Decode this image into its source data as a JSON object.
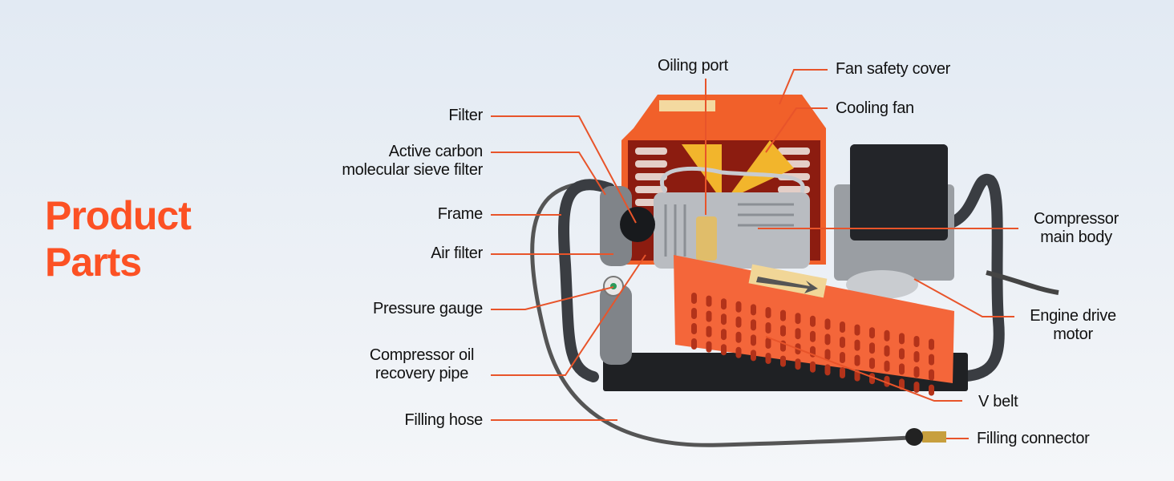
{
  "title": {
    "line1": "Product",
    "line2": "Parts"
  },
  "colors": {
    "accent": "#fc5124",
    "leader": "#e8542a"
  },
  "labels_left": {
    "filter": "Filter",
    "carbon_1": "Active carbon",
    "carbon_2": "molecular sieve filter",
    "frame": "Frame",
    "air_filter": "Air filter",
    "pressure_gauge": "Pressure gauge",
    "oil_1": "Compressor oil",
    "oil_2": "recovery pipe",
    "filling_hose": "Filling hose"
  },
  "labels_top": {
    "oiling_port": "Oiling port",
    "fan_safety_cover": "Fan safety cover",
    "cooling_fan": "Cooling fan"
  },
  "labels_right": {
    "main_body_1": "Compressor",
    "main_body_2": "main body",
    "motor_1": "Engine drive",
    "motor_2": "motor",
    "v_belt": "V belt",
    "filling_connector": "Filling connector"
  }
}
